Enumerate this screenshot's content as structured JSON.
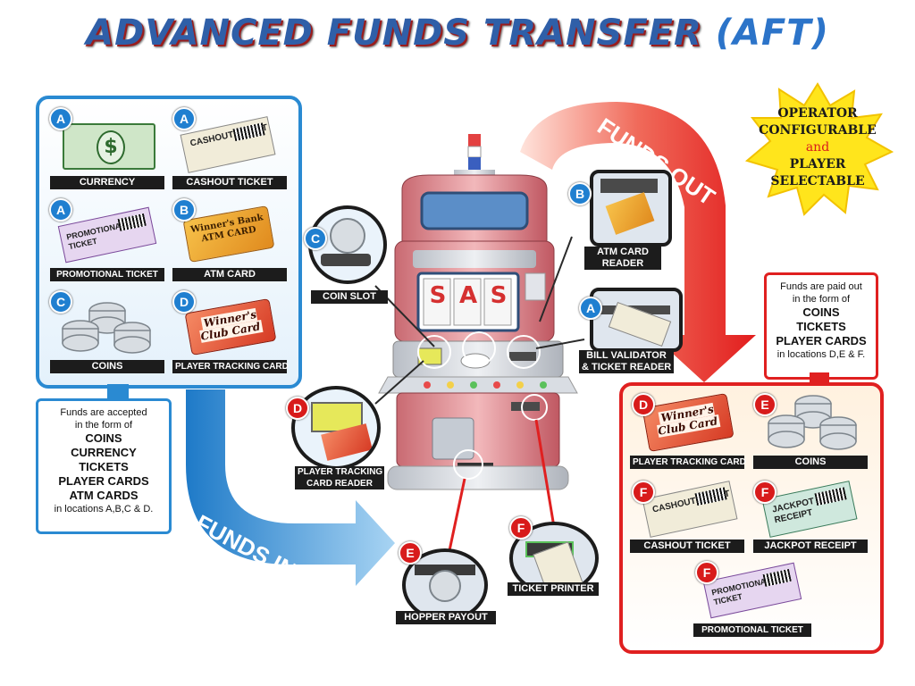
{
  "title": {
    "main": "ADVANCED FUNDS TRANSFER",
    "abbr": "(AFT)"
  },
  "starburst": {
    "line1": "OPERATOR",
    "line2": "CONFIGURABLE",
    "line3": "and",
    "line4": "PLAYER",
    "line5": "SELECTABLE"
  },
  "arrows": {
    "funds_in": "FUNDS IN",
    "funds_out": "FUNDS OUT"
  },
  "funds_in_items": [
    {
      "badge": "A",
      "label": "CURRENCY"
    },
    {
      "badge": "A",
      "label": "CASHOUT TICKET",
      "art": "CASHOUT TICKET"
    },
    {
      "badge": "A",
      "label": "PROMOTIONAL TICKET",
      "art": "PROMOTIONAL TICKET"
    },
    {
      "badge": "B",
      "label": "ATM CARD",
      "art1": "Winner's Bank",
      "art2": "ATM CARD"
    },
    {
      "badge": "C",
      "label": "COINS"
    },
    {
      "badge": "D",
      "label": "PLAYER TRACKING CARD",
      "art": "Winner's Club Card"
    }
  ],
  "funds_in_note": {
    "l1": "Funds are accepted",
    "l2": "in the form of",
    "l3": "COINS",
    "l4": "CURRENCY",
    "l5": "TICKETS",
    "l6": "PLAYER CARDS",
    "l7": "ATM CARDS",
    "l8": "in locations A,B,C & D."
  },
  "funds_out_note": {
    "l1": "Funds are paid out",
    "l2": "in the form of",
    "l3": "COINS",
    "l4": "TICKETS",
    "l5": "PLAYER CARDS",
    "l6": "in locations D,E & F."
  },
  "funds_out_items": [
    {
      "badge": "D",
      "label": "PLAYER TRACKING CARD",
      "art": "Winner's Club Card"
    },
    {
      "badge": "E",
      "label": "COINS"
    },
    {
      "badge": "F",
      "label": "CASHOUT TICKET",
      "art": "CASHOUT TICKET"
    },
    {
      "badge": "F",
      "label": "JACKPOT RECEIPT",
      "art": "JACKPOT RECEIPT"
    },
    {
      "badge": "F",
      "label": "PROMOTIONAL TICKET",
      "art": "PROMOTIONAL TICKET"
    }
  ],
  "machine_callouts": {
    "coin_slot": {
      "badge": "C",
      "label": "COIN SLOT"
    },
    "atm_reader": {
      "badge": "B",
      "label1": "ATM CARD",
      "label2": "READER"
    },
    "bill_validator": {
      "badge": "A",
      "label1": "BILL VALIDATOR",
      "label2": "& TICKET READER"
    },
    "card_reader": {
      "badge": "D",
      "label1": "PLAYER TRACKING",
      "label2": "CARD READER"
    },
    "hopper": {
      "badge": "E",
      "label": "HOPPER PAYOUT"
    },
    "printer": {
      "badge": "F",
      "label": "TICKET PRINTER"
    }
  },
  "reel_text": [
    "S",
    "A",
    "S"
  ],
  "colors": {
    "in_blue": "#2a8ad2",
    "out_red": "#e02020",
    "badge_blue": "#1f7fd0",
    "badge_red": "#d81b1b",
    "burst_yellow": "#ffe51c"
  }
}
